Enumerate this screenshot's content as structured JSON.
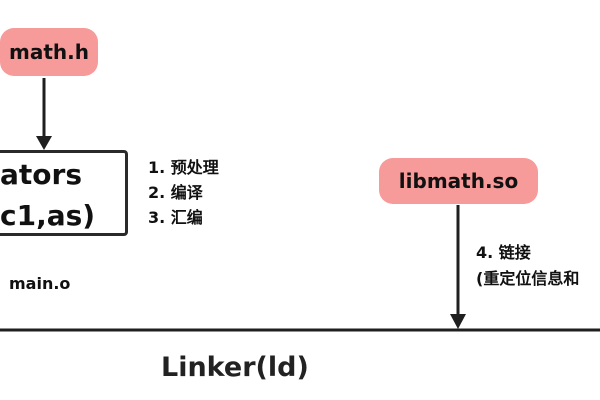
{
  "nodes": {
    "header_file": "math.h",
    "library": "libmath.so",
    "compiler_line1": "ators",
    "compiler_line2": "c1,as)",
    "object_file": "main.o",
    "linker": "Linker(ld)"
  },
  "steps": {
    "step1": "1. 预处理",
    "step2": "2. 编译",
    "step3": "3. 汇编",
    "step4_line1": "4. 链接",
    "step4_line2": "(重定位信息和"
  },
  "colors": {
    "pill_fill": "#f79a9a",
    "line": "#1f1f1f"
  }
}
